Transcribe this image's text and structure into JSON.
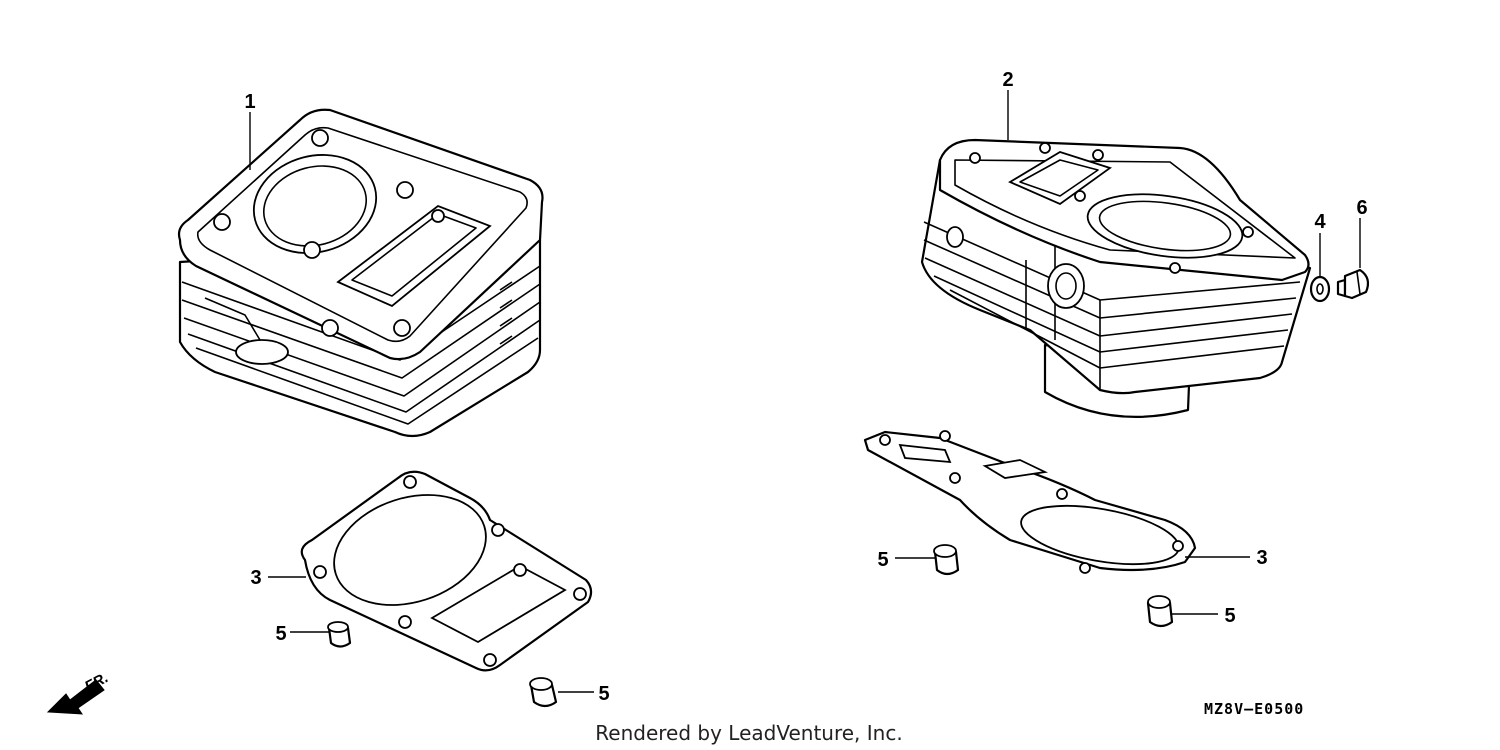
{
  "callouts": {
    "c1": "1",
    "c2": "2",
    "c3_left": "3",
    "c3_right": "3",
    "c4": "4",
    "c5_left_a": "5",
    "c5_left_b": "5",
    "c5_right_a": "5",
    "c5_right_b": "5",
    "c6": "6"
  },
  "diagram_code": "MZ8V—E0500",
  "direction_label": "FR.",
  "footer_credit": "Rendered by LeadVenture, Inc."
}
